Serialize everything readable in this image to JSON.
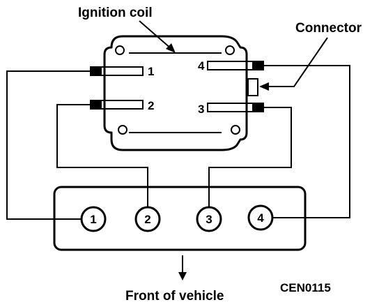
{
  "labels": {
    "ignition_coil": "Ignition coil",
    "connector": "Connector",
    "front_of_vehicle": "Front of vehicle",
    "code": "CEN0115"
  },
  "coil_terminals": [
    "1",
    "2",
    "4",
    "3"
  ],
  "cylinders": [
    "1",
    "2",
    "3",
    "4"
  ]
}
